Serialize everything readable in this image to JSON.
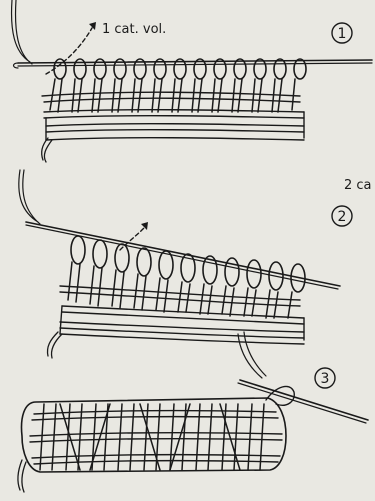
{
  "panels": [
    {
      "number": "1",
      "label": "1 cat. vol."
    },
    {
      "number": "2",
      "label": "2 ca"
    },
    {
      "number": "3"
    }
  ],
  "colors": {
    "ink": "#1a1a1a",
    "paper": "#e9e8e2"
  }
}
